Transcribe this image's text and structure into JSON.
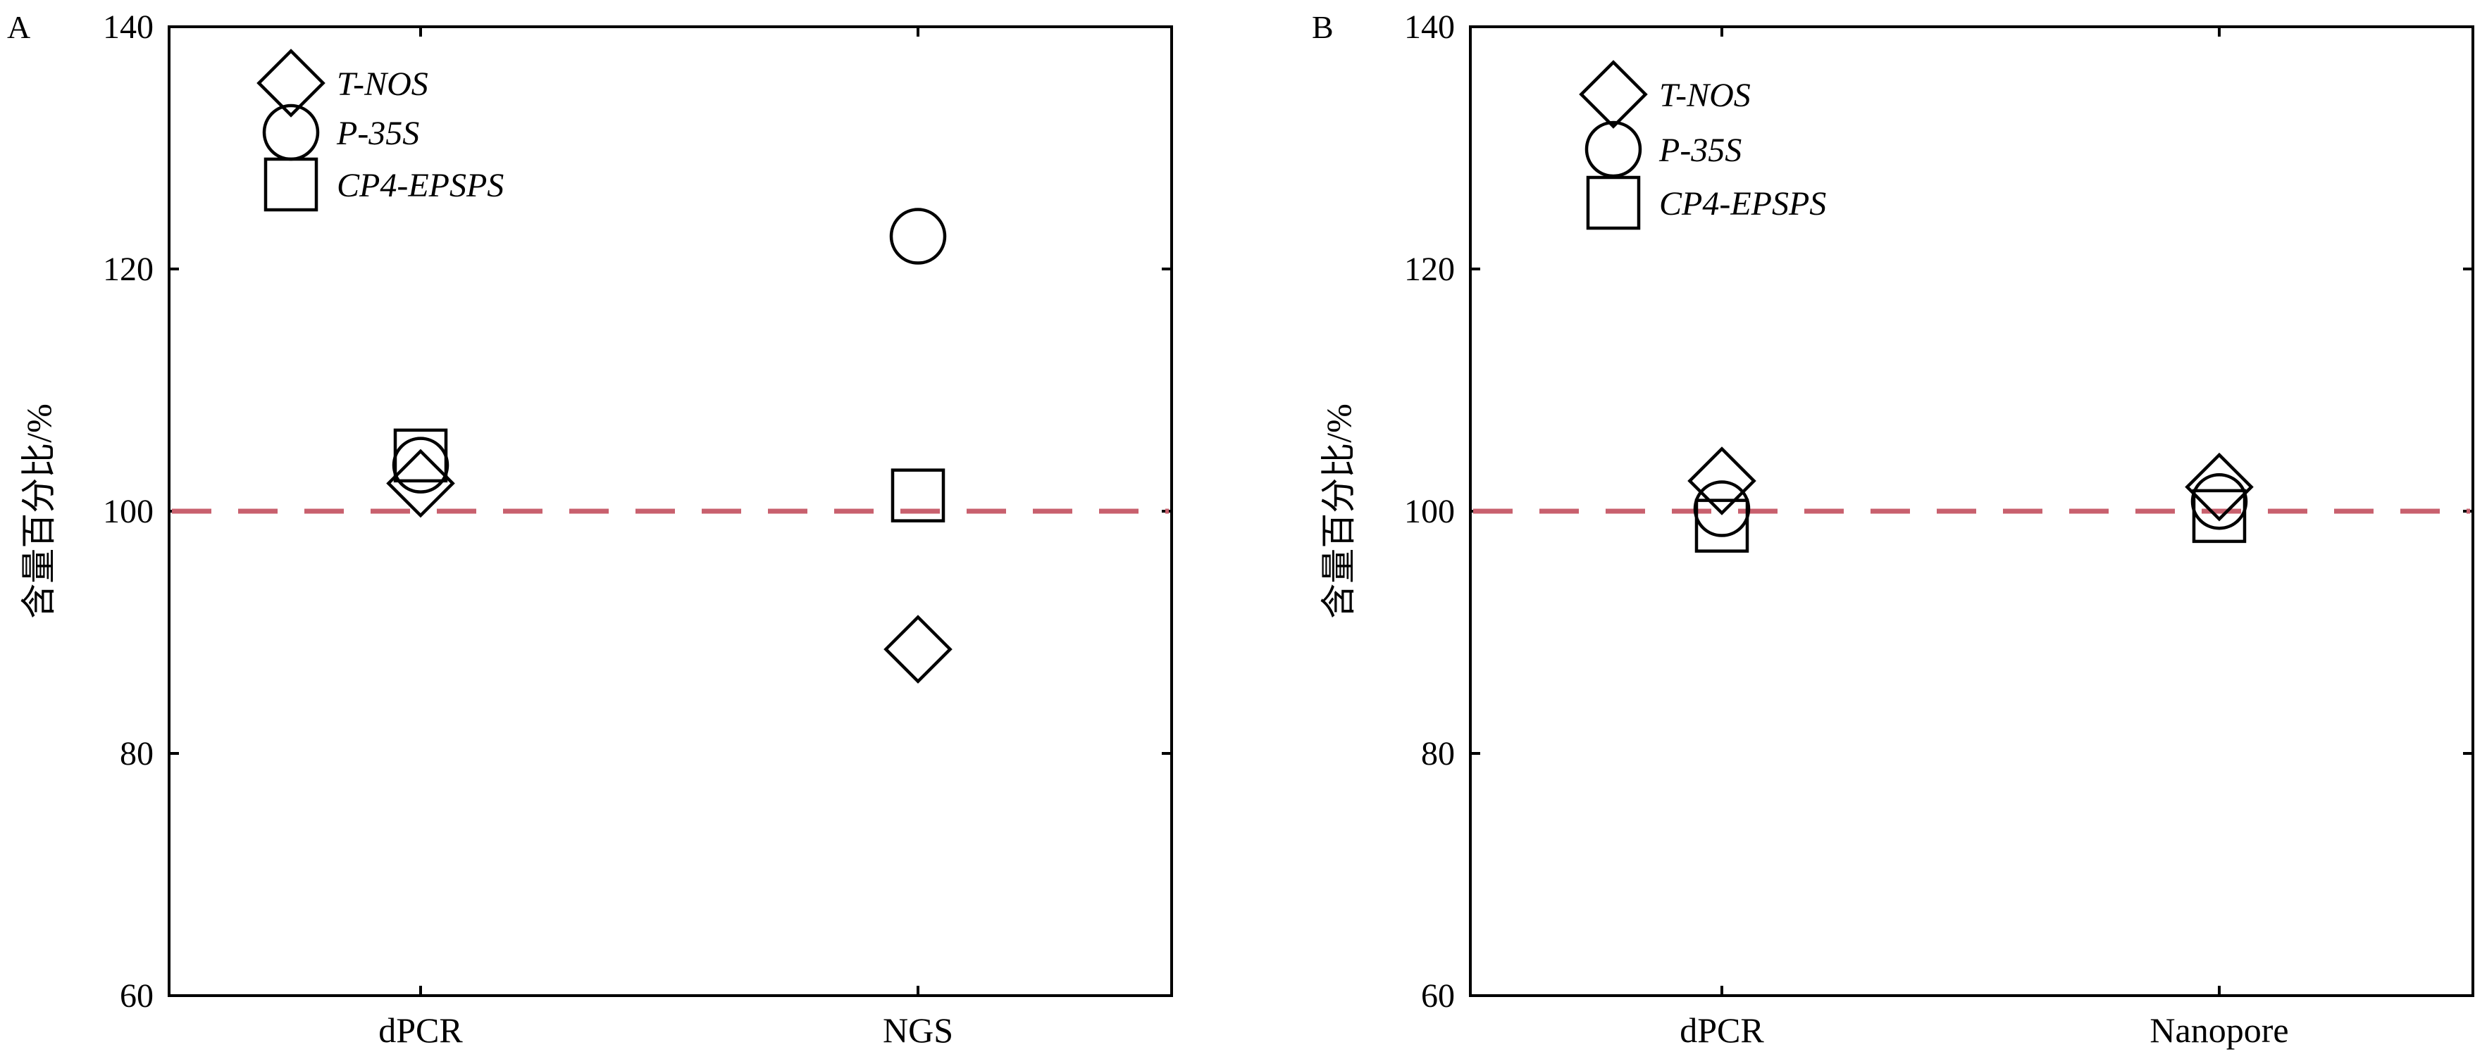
{
  "chart_data": [
    {
      "type": "scatter",
      "panel_label": "A",
      "title": "",
      "xlabel": "",
      "ylabel": "含量百分比/%",
      "ylim": [
        60,
        140
      ],
      "yticks": [
        60,
        80,
        100,
        120,
        140
      ],
      "categories": [
        "dPCR",
        "NGS"
      ],
      "reference_line": {
        "y": 100,
        "style": "dashed",
        "color": "#c8606e"
      },
      "legend_position": "top-left",
      "series": [
        {
          "name": "T-NOS",
          "marker": "diamond",
          "values": [
            102.3,
            88.6
          ]
        },
        {
          "name": "P-35S",
          "marker": "circle",
          "values": [
            103.8,
            122.7
          ]
        },
        {
          "name": "CP4-EPSPS",
          "marker": "square",
          "values": [
            104.6,
            101.3
          ]
        }
      ],
      "grid": false
    },
    {
      "type": "scatter",
      "panel_label": "B",
      "title": "",
      "xlabel": "",
      "ylabel": "含量百分比/%",
      "ylim": [
        60,
        140
      ],
      "yticks": [
        60,
        80,
        100,
        120,
        140
      ],
      "categories": [
        "dPCR",
        "Nanopore"
      ],
      "reference_line": {
        "y": 100,
        "style": "dashed",
        "color": "#c8606e"
      },
      "legend_position": "top-left",
      "series": [
        {
          "name": "T-NOS",
          "marker": "diamond",
          "values": [
            102.5,
            102.0
          ]
        },
        {
          "name": "P-35S",
          "marker": "circle",
          "values": [
            100.2,
            100.8
          ]
        },
        {
          "name": "CP4-EPSPS",
          "marker": "square",
          "values": [
            98.8,
            99.6
          ]
        }
      ],
      "grid": false
    }
  ]
}
